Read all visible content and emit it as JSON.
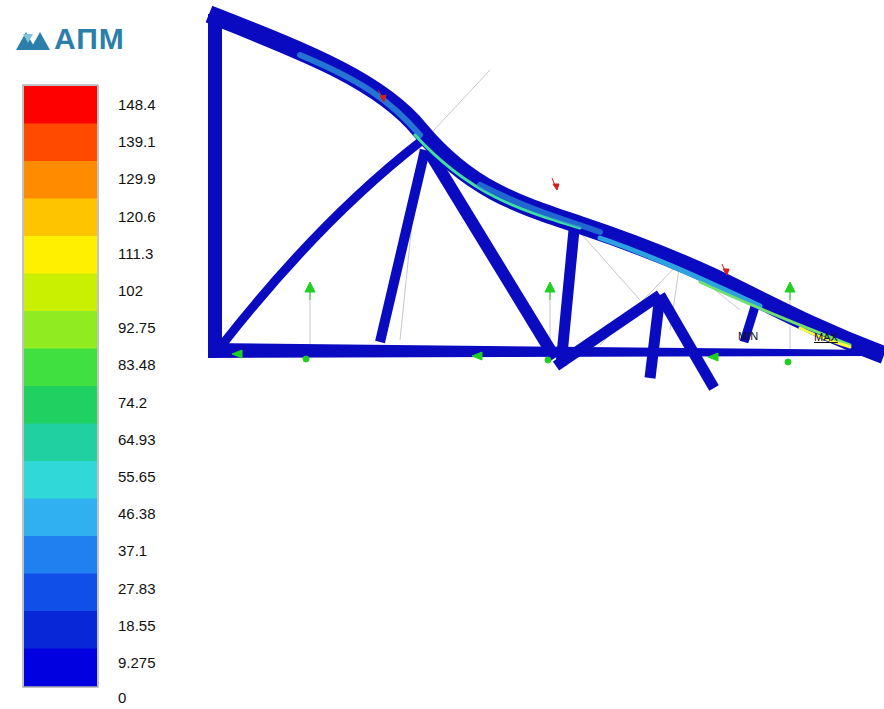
{
  "diagram": {
    "labels": [
      "АПМ",
      "148.4",
      "139.1",
      "129.9",
      "120.6",
      "111.3",
      "102",
      "92.75",
      "83.48",
      "74.2",
      "64.93",
      "55.65",
      "46.38",
      "37.1",
      "27.83",
      "18.55",
      "9.275",
      "0",
      "MIN",
      "MAX"
    ]
  }
}
